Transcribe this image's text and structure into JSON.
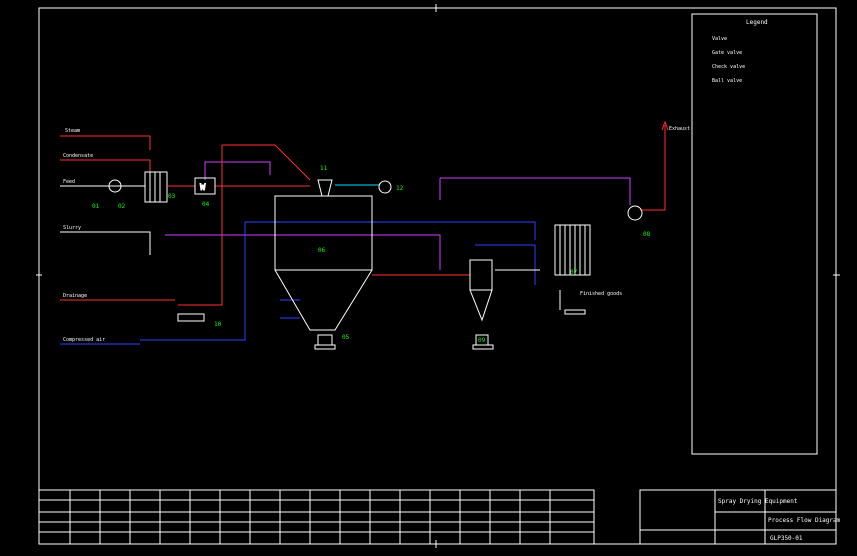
{
  "colors": {
    "background": "#000000",
    "frame": "#ffffff",
    "label_fill": "#00ff00",
    "pipe_red": "#ff3030",
    "pipe_blue": "#2a44ff",
    "pipe_magenta": "#d040ff",
    "pipe_cyan": "#00e0ff",
    "equipment": "#ffffff"
  },
  "streams": {
    "steam": "Steam",
    "condensate": "Condensate",
    "feed": "Feed",
    "slurry": "Slurry",
    "drainage": "Drainage",
    "compressed_air": "Compressed air",
    "exhaust": "Exhaust",
    "finished_goods": "Finished goods"
  },
  "equipment_tags": {
    "t01": "01",
    "t02": "02",
    "t03": "03",
    "t04": "04",
    "t05": "05",
    "t06": "06",
    "t07": "07",
    "t08": "08",
    "t09": "09",
    "t10": "10",
    "t11": "11",
    "t12": "12"
  },
  "legend": {
    "title": "Legend",
    "items": [
      "Valve",
      "Gate valve",
      "Check valve",
      "Ball valve"
    ]
  },
  "title_block": {
    "company": "Spray Drying Equipment",
    "drawing_title": "Process Flow Diagram",
    "drawing_no": "GLP350-01"
  }
}
